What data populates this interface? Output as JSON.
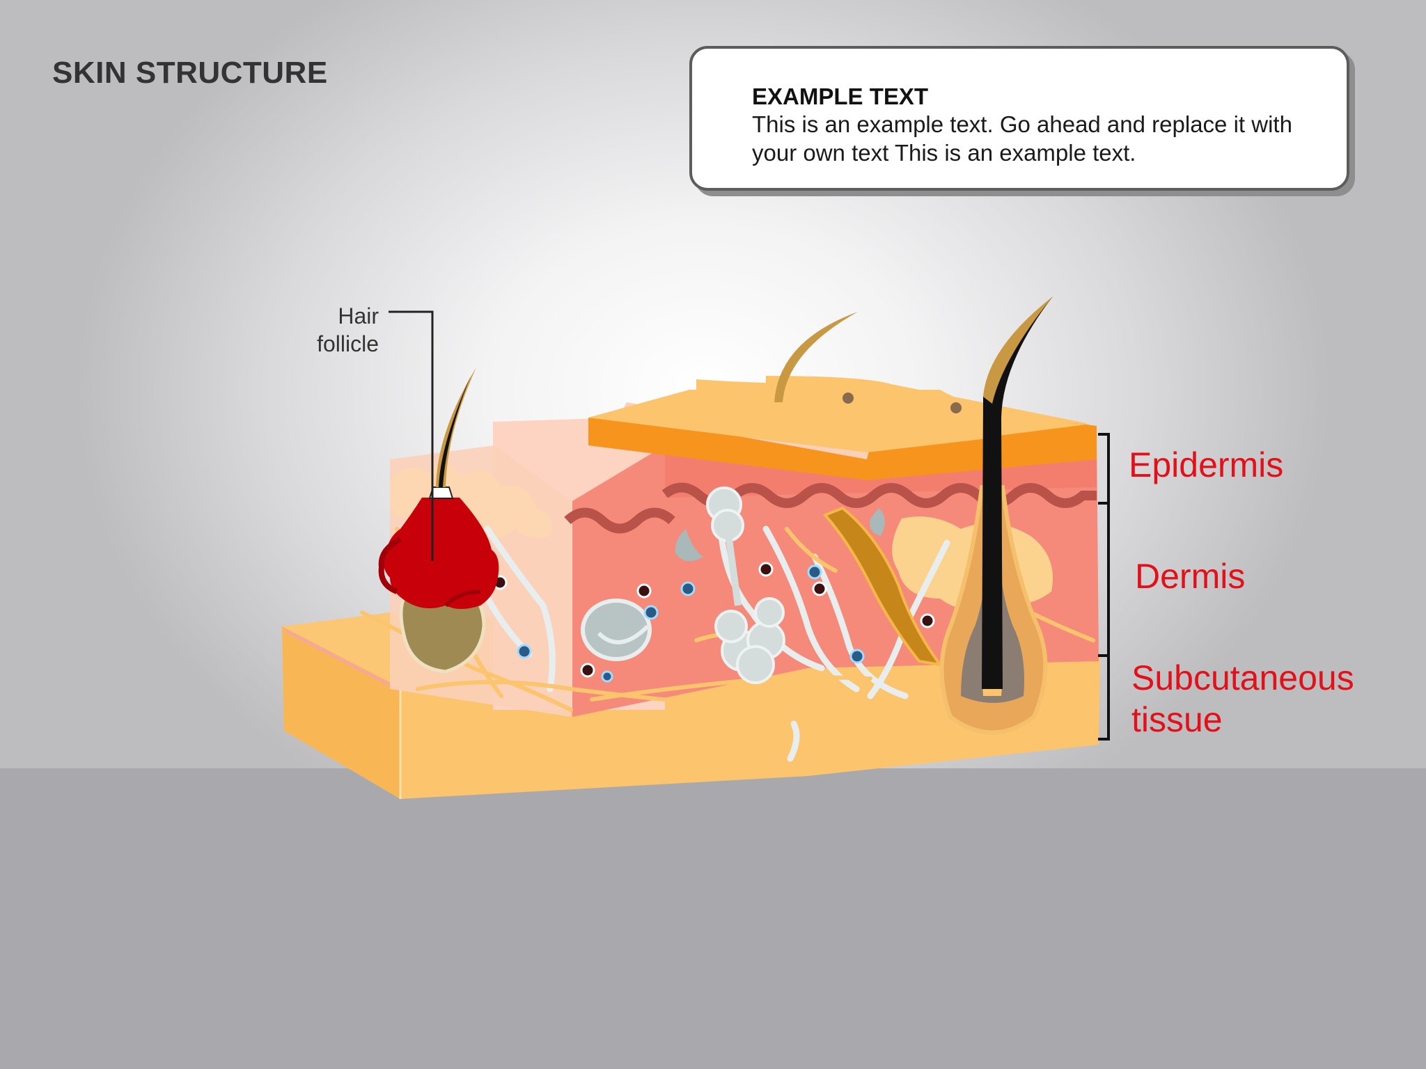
{
  "slide": {
    "title": "SKIN STRUCTURE"
  },
  "text_box": {
    "heading": "EXAMPLE TEXT",
    "body": "This is an example text. Go ahead and replace it with your own text This is an example text."
  },
  "labels": {
    "hair_follicle_line1": "Hair",
    "hair_follicle_line2": "follicle",
    "epidermis": "Epidermis",
    "dermis": "Dermis",
    "subcutaneous_line1": "Subcutaneous",
    "subcutaneous_line2": "tissue"
  },
  "colors": {
    "label_red": "#e3101a",
    "epidermis_orange": "#f7941d",
    "dermis_pink": "#f58a7a",
    "subcutaneous_yellow": "#fbc46d",
    "gland_red": "#c8000a"
  }
}
